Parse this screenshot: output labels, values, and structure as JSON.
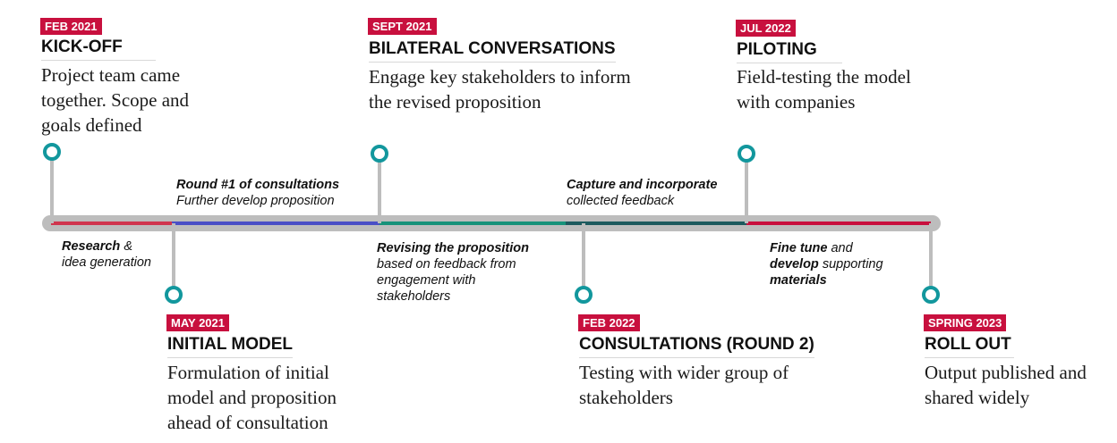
{
  "colors": {
    "track": "#bdbdbd",
    "node_ring": "#12979d",
    "badge": "#c8103e",
    "segments": [
      "#d0354e",
      "#4a4fc6",
      "#17927a",
      "#1d5a5e",
      "#c8103e"
    ]
  },
  "milestones": [
    {
      "date": "FEB 2021",
      "title": "KICK-OFF",
      "description": "Project team came together. Scope and goals defined"
    },
    {
      "date": "MAY 2021",
      "title": "INITIAL MODEL",
      "description": "Formulation of initial model and proposition ahead of consultation"
    },
    {
      "date": "SEPT 2021",
      "title": "BILATERAL CONVERSATIONS",
      "description": "Engage key stakeholders to inform the revised proposition"
    },
    {
      "date": "FEB 2022",
      "title": "CONSULTATIONS (ROUND 2)",
      "description": "Testing with wider group of stakeholders"
    },
    {
      "date": "JUL 2022",
      "title": "PILOTING",
      "description": "Field-testing the model with companies"
    },
    {
      "date": "SPRING 2023",
      "title": "ROLL OUT",
      "description": "Output published and shared widely"
    }
  ],
  "phases": {
    "research": {
      "bold": "Research",
      "rest_line1": " &",
      "line2": "idea generation"
    },
    "round1": {
      "bold": "Round #1 of consultations",
      "line2": "Further develop proposition"
    },
    "revising": {
      "bold": "Revising the proposition",
      "line2": "based on feedback from",
      "line3": "engagement with",
      "line4": "stakeholders"
    },
    "capture": {
      "bold": "Capture and incorporate",
      "line2": "collected feedback"
    },
    "finetune": {
      "bold1": "Fine tune",
      "rest1": " and",
      "bold2": "develop",
      "rest2": " supporting",
      "bold3": "materials"
    }
  }
}
